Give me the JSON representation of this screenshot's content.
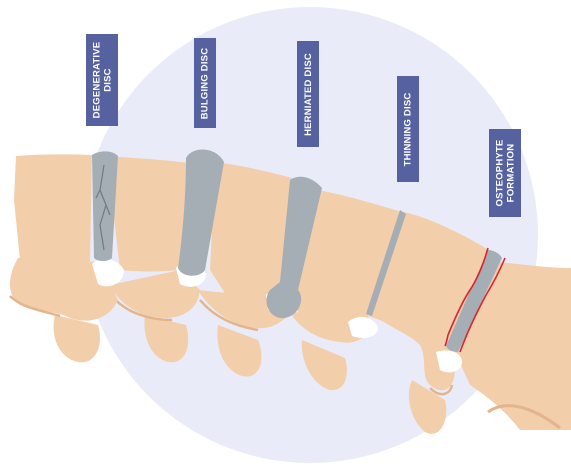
{
  "labels": {
    "degenerative": "DEGENERATIVE\nDISC",
    "bulging": "BULGING DISC",
    "herniated": "HERNIATED DISC",
    "thinning": "THINNING DISC",
    "osteophyte": "OSTEOPHYTE\nFORMATION"
  },
  "colors": {
    "background_circle": "#e9ecf8",
    "bone": "#f2ceab",
    "bone_shade": "#e3b48d",
    "disc": "#a5aeb5",
    "label_bg": "#5661a0",
    "osteophyte_line": "#d9232e"
  }
}
